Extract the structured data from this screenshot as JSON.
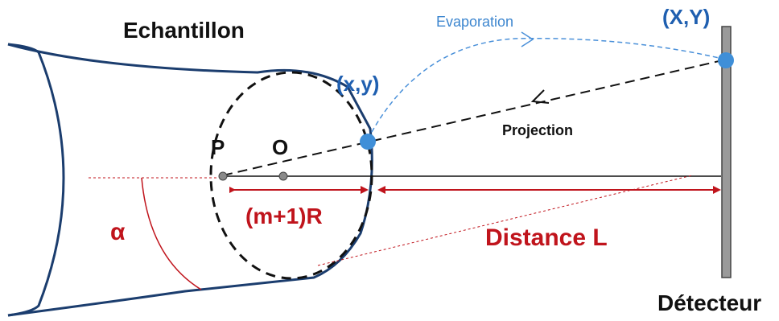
{
  "labels": {
    "sample": "Echantillon",
    "tip_point": "(x,y)",
    "detector_point": "(X,Y)",
    "evaporation": "Evaporation",
    "projection": "Projection",
    "point_p": "P",
    "point_o": "O",
    "radius_distance": "(m+1)R",
    "angle": "α",
    "distance_l": "Distance L",
    "detector": "Détecteur"
  },
  "colors": {
    "outline": "#1b3d6e",
    "tip_curve": "#111111",
    "arrow_red": "#c0141c",
    "point_blue": "#3f8fd8",
    "evaporation_path": "#4a90d9",
    "detector_bar": "#9a9a9a",
    "point_gray": "#8a8a8a"
  }
}
